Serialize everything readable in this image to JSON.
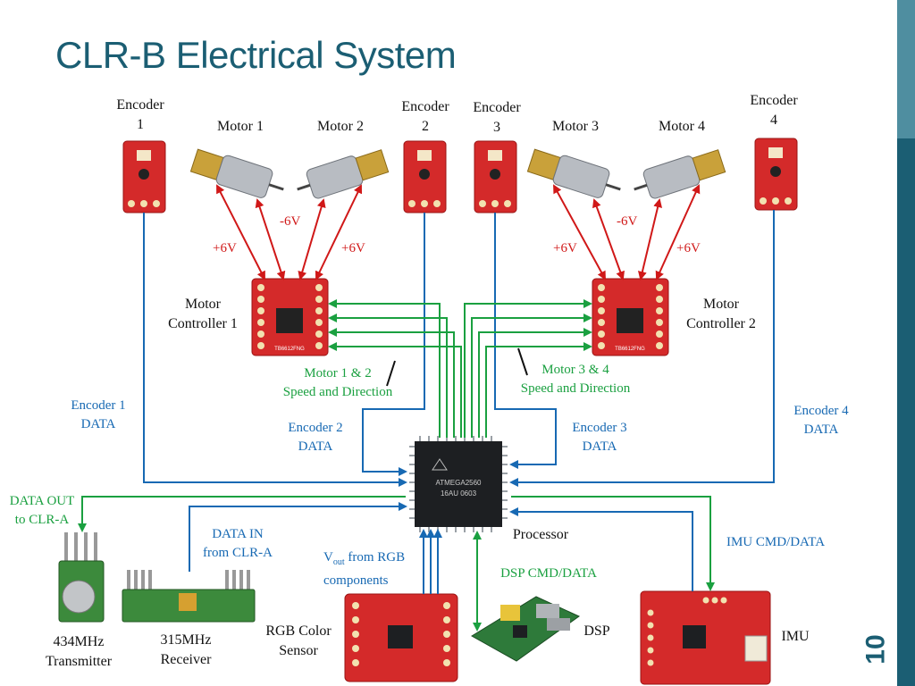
{
  "title": "CLR-B Electrical System",
  "page_number": "10",
  "colors": {
    "title": "#1b5e73",
    "power": "#d01818",
    "data": "#1769b3",
    "control": "#1aa040",
    "board": "#d42a2a"
  },
  "labels": {
    "encoder1": [
      "Encoder",
      "1"
    ],
    "encoder2": [
      "Encoder",
      "2"
    ],
    "encoder3": [
      "Encoder",
      "3"
    ],
    "encoder4": [
      "Encoder",
      "4"
    ],
    "motor1": "Motor 1",
    "motor2": "Motor 2",
    "motor3": "Motor 3",
    "motor4": "Motor 4",
    "mc1": [
      "Motor",
      "Controller 1"
    ],
    "mc2": [
      "Motor",
      "Controller 2"
    ],
    "processor": "Processor",
    "transmitter": [
      "434MHz",
      "Transmitter"
    ],
    "receiver": [
      "315MHz",
      "Receiver"
    ],
    "rgb": [
      "RGB Color",
      "Sensor"
    ],
    "dsp": "DSP",
    "imu": "IMU"
  },
  "voltages": {
    "neg": "-6V",
    "pos": "+6V"
  },
  "signals": {
    "enc1_data": [
      "Encoder 1",
      "DATA"
    ],
    "enc2_data": [
      "Encoder 2",
      "DATA"
    ],
    "enc3_data": [
      "Encoder 3",
      "DATA"
    ],
    "enc4_data": [
      "Encoder 4",
      "DATA"
    ],
    "m12_speed": [
      "Motor 1 & 2",
      "Speed and Direction"
    ],
    "m34_speed": [
      "Motor 3 & 4",
      "Speed and Direction"
    ],
    "data_out": [
      "DATA OUT",
      "to CLR-A"
    ],
    "data_in": [
      "DATA IN",
      "from CLR-A"
    ],
    "vout_main": "V",
    "vout_sub": "out",
    "vout_rest": " from RGB",
    "vout_line2": "components",
    "dsp_cmd": "DSP CMD/DATA",
    "imu_cmd": "IMU CMD/DATA"
  },
  "chip_text": [
    "ATMEGA2560",
    "16AU 0603"
  ],
  "driver_chip_text": "TB6612FNG"
}
